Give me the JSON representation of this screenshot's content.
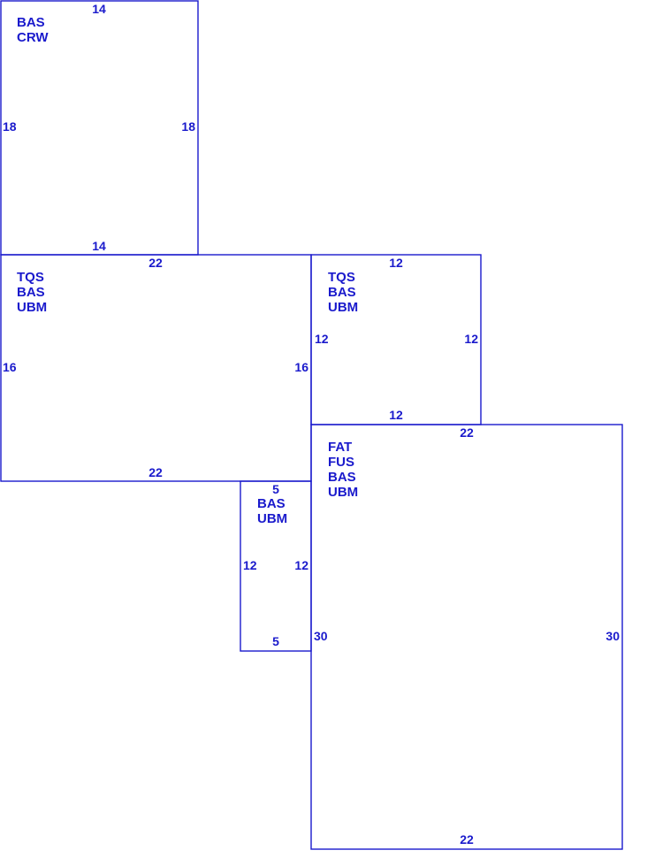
{
  "colors": {
    "line": "#1a1acc",
    "text": "#1a1acc",
    "background": "#ffffff"
  },
  "areas": [
    {
      "id": "area-1",
      "codes": [
        "BAS",
        "CRW"
      ],
      "dims": {
        "top": "14",
        "bottom": "14",
        "left": "18",
        "right": "18"
      }
    },
    {
      "id": "area-2",
      "codes": [
        "TQS",
        "BAS",
        "UBM"
      ],
      "dims": {
        "top": "22",
        "bottom": "22",
        "left": "16",
        "right": "16"
      }
    },
    {
      "id": "area-3",
      "codes": [
        "TQS",
        "BAS",
        "UBM"
      ],
      "dims": {
        "top": "12",
        "bottom": "12",
        "left": "12",
        "right": "12"
      }
    },
    {
      "id": "area-4",
      "codes": [
        "BAS",
        "UBM"
      ],
      "dims": {
        "top": "5",
        "bottom": "5",
        "left": "12",
        "right": "12"
      }
    },
    {
      "id": "area-5",
      "codes": [
        "FAT",
        "FUS",
        "BAS",
        "UBM"
      ],
      "dims": {
        "top": "22",
        "bottom": "22",
        "left": "30",
        "right": "30"
      }
    }
  ]
}
